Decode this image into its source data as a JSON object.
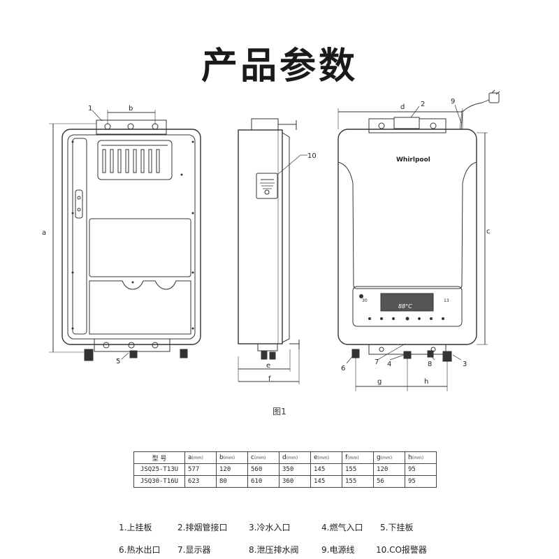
{
  "title": "产品参数",
  "figure_caption": "图1",
  "brand": "Whirlpool",
  "display": {
    "left_reading": "30",
    "right_reading": "13",
    "main_reading": "88°C"
  },
  "diagram_labels": {
    "n1": "1",
    "n2": "2",
    "n3": "3",
    "n4": "4",
    "n5": "5",
    "n6": "6",
    "n7": "7",
    "n8": "8",
    "n9": "9",
    "n10": "10",
    "a": "a",
    "b": "b",
    "c": "c",
    "d": "d",
    "e": "e",
    "f": "f",
    "g": "g",
    "h": "h"
  },
  "table": {
    "header": [
      "型  号",
      "a",
      "b",
      "c",
      "d",
      "e",
      "f",
      "g",
      "h"
    ],
    "unit": "(mm)",
    "rows": [
      [
        "JSQ25-T13U",
        "577",
        "120",
        "560",
        "350",
        "145",
        "155",
        "120",
        "95"
      ],
      [
        "JSQ30-T16U",
        "623",
        "80",
        "610",
        "360",
        "145",
        "155",
        "56",
        "95"
      ]
    ]
  },
  "parts": [
    "1.上挂板",
    "2.排烟管接口",
    "3.冷水入口",
    "4.燃气入口",
    "5.下挂板",
    "6.热水出口",
    "7.显示器",
    "8.泄压排水阀",
    "9.电源线",
    "10.CO报警器"
  ]
}
